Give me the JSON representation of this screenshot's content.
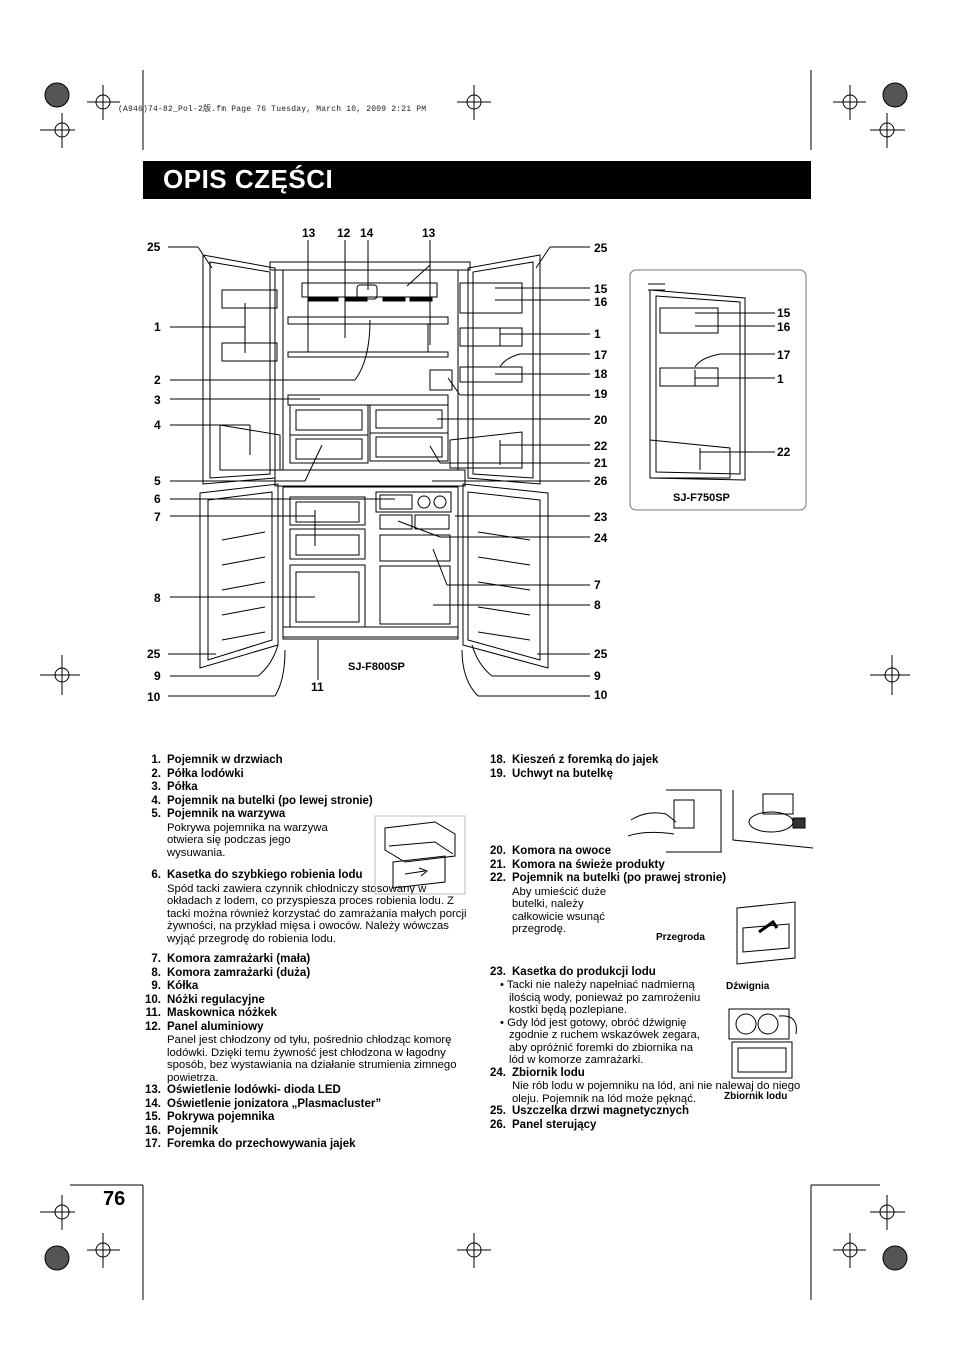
{
  "file_header": "(A946)74-82_Pol-2版.fm  Page 76  Tuesday, March 10, 2009  2:21 PM",
  "title": "OPIS CZĘŚCI",
  "page_number": "76",
  "diagram": {
    "main_model": "SJ-F800SP",
    "side_model": "SJ-F750SP",
    "callout_labels": {
      "n1": "1",
      "n2": "2",
      "n3": "3",
      "n4": "4",
      "n5": "5",
      "n6": "6",
      "n7": "7",
      "n8": "8",
      "n9": "9",
      "n10": "10",
      "n11": "11",
      "n12": "12",
      "n13": "13",
      "n14": "14",
      "n15": "15",
      "n16": "16",
      "n17": "17",
      "n18": "18",
      "n19": "19",
      "n20": "20",
      "n21": "21",
      "n22": "22",
      "n23": "23",
      "n24": "24",
      "n25": "25",
      "n26": "26"
    }
  },
  "parts_left": [
    {
      "num": "1.",
      "label": "Pojemnik w drzwiach"
    },
    {
      "num": "2.",
      "label": "Półka lodówki"
    },
    {
      "num": "3.",
      "label": "Półka"
    },
    {
      "num": "4.",
      "label": "Pojemnik na butelki (po lewej stronie)"
    },
    {
      "num": "5.",
      "label": "Pojemnik na warzywa",
      "desc": "Pokrywa pojemnika na warzywa otwiera się podczas jego wysuwania."
    },
    {
      "num": "6.",
      "label": "Kasetka do szybkiego robienia lodu",
      "desc": "Spód tacki zawiera czynnik chłodniczy stosowany w okładach z lodem, co przyspiesza proces robienia lodu. Z tacki można również korzystać do zamrażania małych porcji żywności, na przykład mięsa i owoców. Należy wówczas wyjąć przegrodę do robienia lodu."
    },
    {
      "num": "7.",
      "label": "Komora zamrażarki (mała)"
    },
    {
      "num": "8.",
      "label": "Komora zamrażarki (duża)"
    },
    {
      "num": "9.",
      "label": "Kółka"
    },
    {
      "num": "10.",
      "label": "Nóżki regulacyjne"
    },
    {
      "num": "11.",
      "label": "Maskownica nóżkek"
    },
    {
      "num": "12.",
      "label": "Panel aluminiowy",
      "desc": "Panel jest chłodzony od tyłu, pośrednio chłodząc komorę lodówki. Dzięki temu żywność jest chłodzona w łagodny sposób, bez wystawiania na działanie strumienia zimnego powietrza."
    },
    {
      "num": "13.",
      "label": "Oświetlenie lodówki- dioda LED"
    },
    {
      "num": "14.",
      "label": "Oświetlenie jonizatora „Plasmacluster”"
    },
    {
      "num": "15.",
      "label": "Pokrywa pojemnika"
    },
    {
      "num": "16.",
      "label": "Pojemnik"
    },
    {
      "num": "17.",
      "label": "Foremka do przechowywania jajek"
    }
  ],
  "parts_right": [
    {
      "num": "18.",
      "label": "Kieszeń z foremką do jajek"
    },
    {
      "num": "19.",
      "label": "Uchwyt na butelkę"
    },
    {
      "num": "20.",
      "label": "Komora na owoce"
    },
    {
      "num": "21.",
      "label": "Komora na świeże produkty"
    },
    {
      "num": "22.",
      "label": "Pojemnik na butelki (po prawej stronie)",
      "desc": "Aby umieścić duże butelki, należy całkowicie wsunąć przegrodę."
    },
    {
      "num": "23.",
      "label": "Kasetka do produkcji lodu",
      "bullets": [
        "• Tacki nie należy napełniać nadmierną ilością wody, ponieważ po zamrożeniu kostki będą pozlepiane.",
        "• Gdy lód jest gotowy, obróć dźwignię zgodnie z ruchem wskazówek zegara, aby opróżnić foremki do zbiornika na lód w komorze zamrażarki."
      ]
    },
    {
      "num": "24.",
      "label": "Zbiornik lodu",
      "desc": "Nie rób lodu w pojemniku na lód, ani nie nalewaj do niego oleju. Pojemnik na lód może pęknąć."
    },
    {
      "num": "25.",
      "label": "Uszczelka drzwi magnetycznych"
    },
    {
      "num": "26.",
      "label": "Panel sterujący"
    }
  ],
  "illustration_labels": {
    "przegroda": "Przegroda",
    "dzwignia": "Dźwignia",
    "zbiornik": "Zbiornik lodu"
  }
}
